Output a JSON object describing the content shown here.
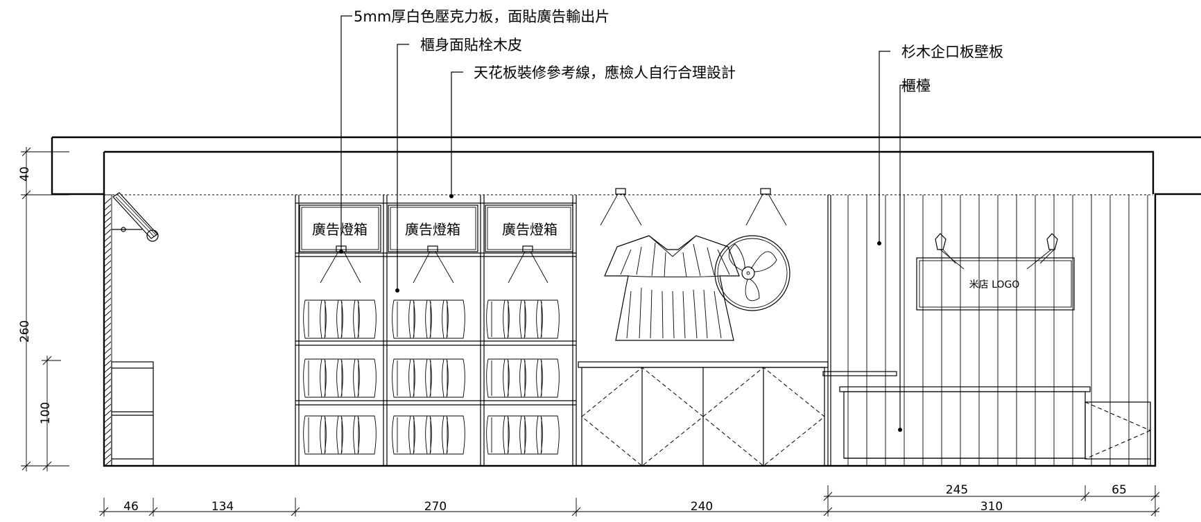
{
  "callouts": {
    "acrylic": "5mm厚白色壓克力板，面貼廣告輸出片",
    "cabinet_face": "櫃身面貼栓木皮",
    "ceiling": "天花板裝修參考線，應檢人自行合理設計",
    "wall_panel": "杉木企口板壁板",
    "counter": "櫃檯"
  },
  "lightbox_label": "廣告燈箱",
  "logo_sign": "米店 LOGO",
  "dimensions": {
    "vertical": [
      "40",
      "260",
      "100"
    ],
    "horizontal_bottom": [
      "46",
      "134",
      "270",
      "240",
      "310"
    ],
    "horizontal_top": [
      "245",
      "65"
    ]
  }
}
